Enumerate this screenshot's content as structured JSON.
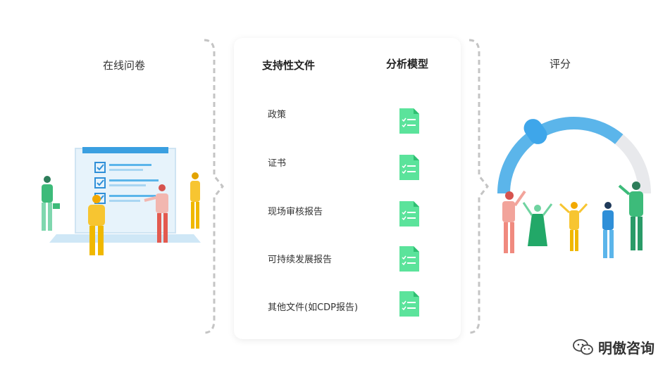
{
  "left": {
    "title": "在线问卷"
  },
  "center": {
    "col1_header": "支持性文件",
    "col2_header": "分析模型",
    "rows": [
      {
        "label": "政策"
      },
      {
        "label": "证书"
      },
      {
        "label": "现场审核报告"
      },
      {
        "label": "可持续发展报告"
      },
      {
        "label": "其他文件(如CDP报告)"
      }
    ]
  },
  "right": {
    "title": "评分",
    "gauge_fraction": 0.72
  },
  "watermark": {
    "text": "明傲咨询"
  },
  "colors": {
    "blue": "#5bb5ea",
    "green": "#3dd68c",
    "gray": "#e8e9ec",
    "bracket": "#c4c4c4"
  }
}
